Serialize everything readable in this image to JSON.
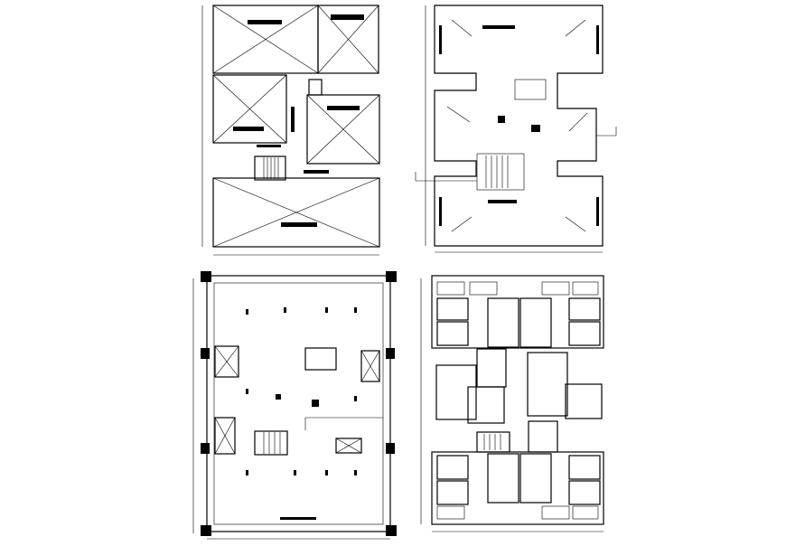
{
  "drawing": {
    "line_color": "#000000",
    "background": "#ffffff",
    "plans": [
      {
        "id": "roof-plan-1"
      },
      {
        "id": "roof-plan-2"
      },
      {
        "id": "ground-floor-plan"
      },
      {
        "id": "typical-floor-plan"
      }
    ]
  }
}
